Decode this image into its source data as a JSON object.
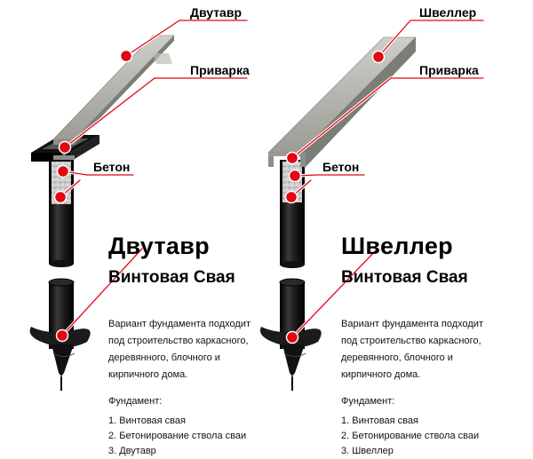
{
  "left": {
    "callouts": {
      "beam": "Двутавр",
      "weld": "Приварка",
      "concrete": "Бетон"
    },
    "title": "Двутавр",
    "subtitle": "Винтовая Свая",
    "description": "Вариант фундамента подходит под строительство каркасного, деревянного, блочного и кирпичного дома.",
    "foundation_heading": "Фундамент:",
    "foundation_items": [
      "1. Винтовая свая",
      "2. Бетонирование ствола сваи",
      "3. Двутавр"
    ]
  },
  "right": {
    "callouts": {
      "beam": "Швеллер",
      "weld": "Приварка",
      "concrete": "Бетон"
    },
    "title": "Швеллер",
    "subtitle": "Винтовая Свая",
    "description": "Вариант фундамента подходит под строительство каркасного, деревянного, блочного и кирпичного дома.",
    "foundation_heading": "Фундамент:",
    "foundation_items": [
      "1. Винтовая свая",
      "2. Бетонирование ствола сваи",
      "3. Швеллер"
    ]
  },
  "colors": {
    "marker": "#e30613",
    "leader": "#e30613",
    "steel": "#b9b9b3",
    "pile": "#1a1a1a"
  }
}
